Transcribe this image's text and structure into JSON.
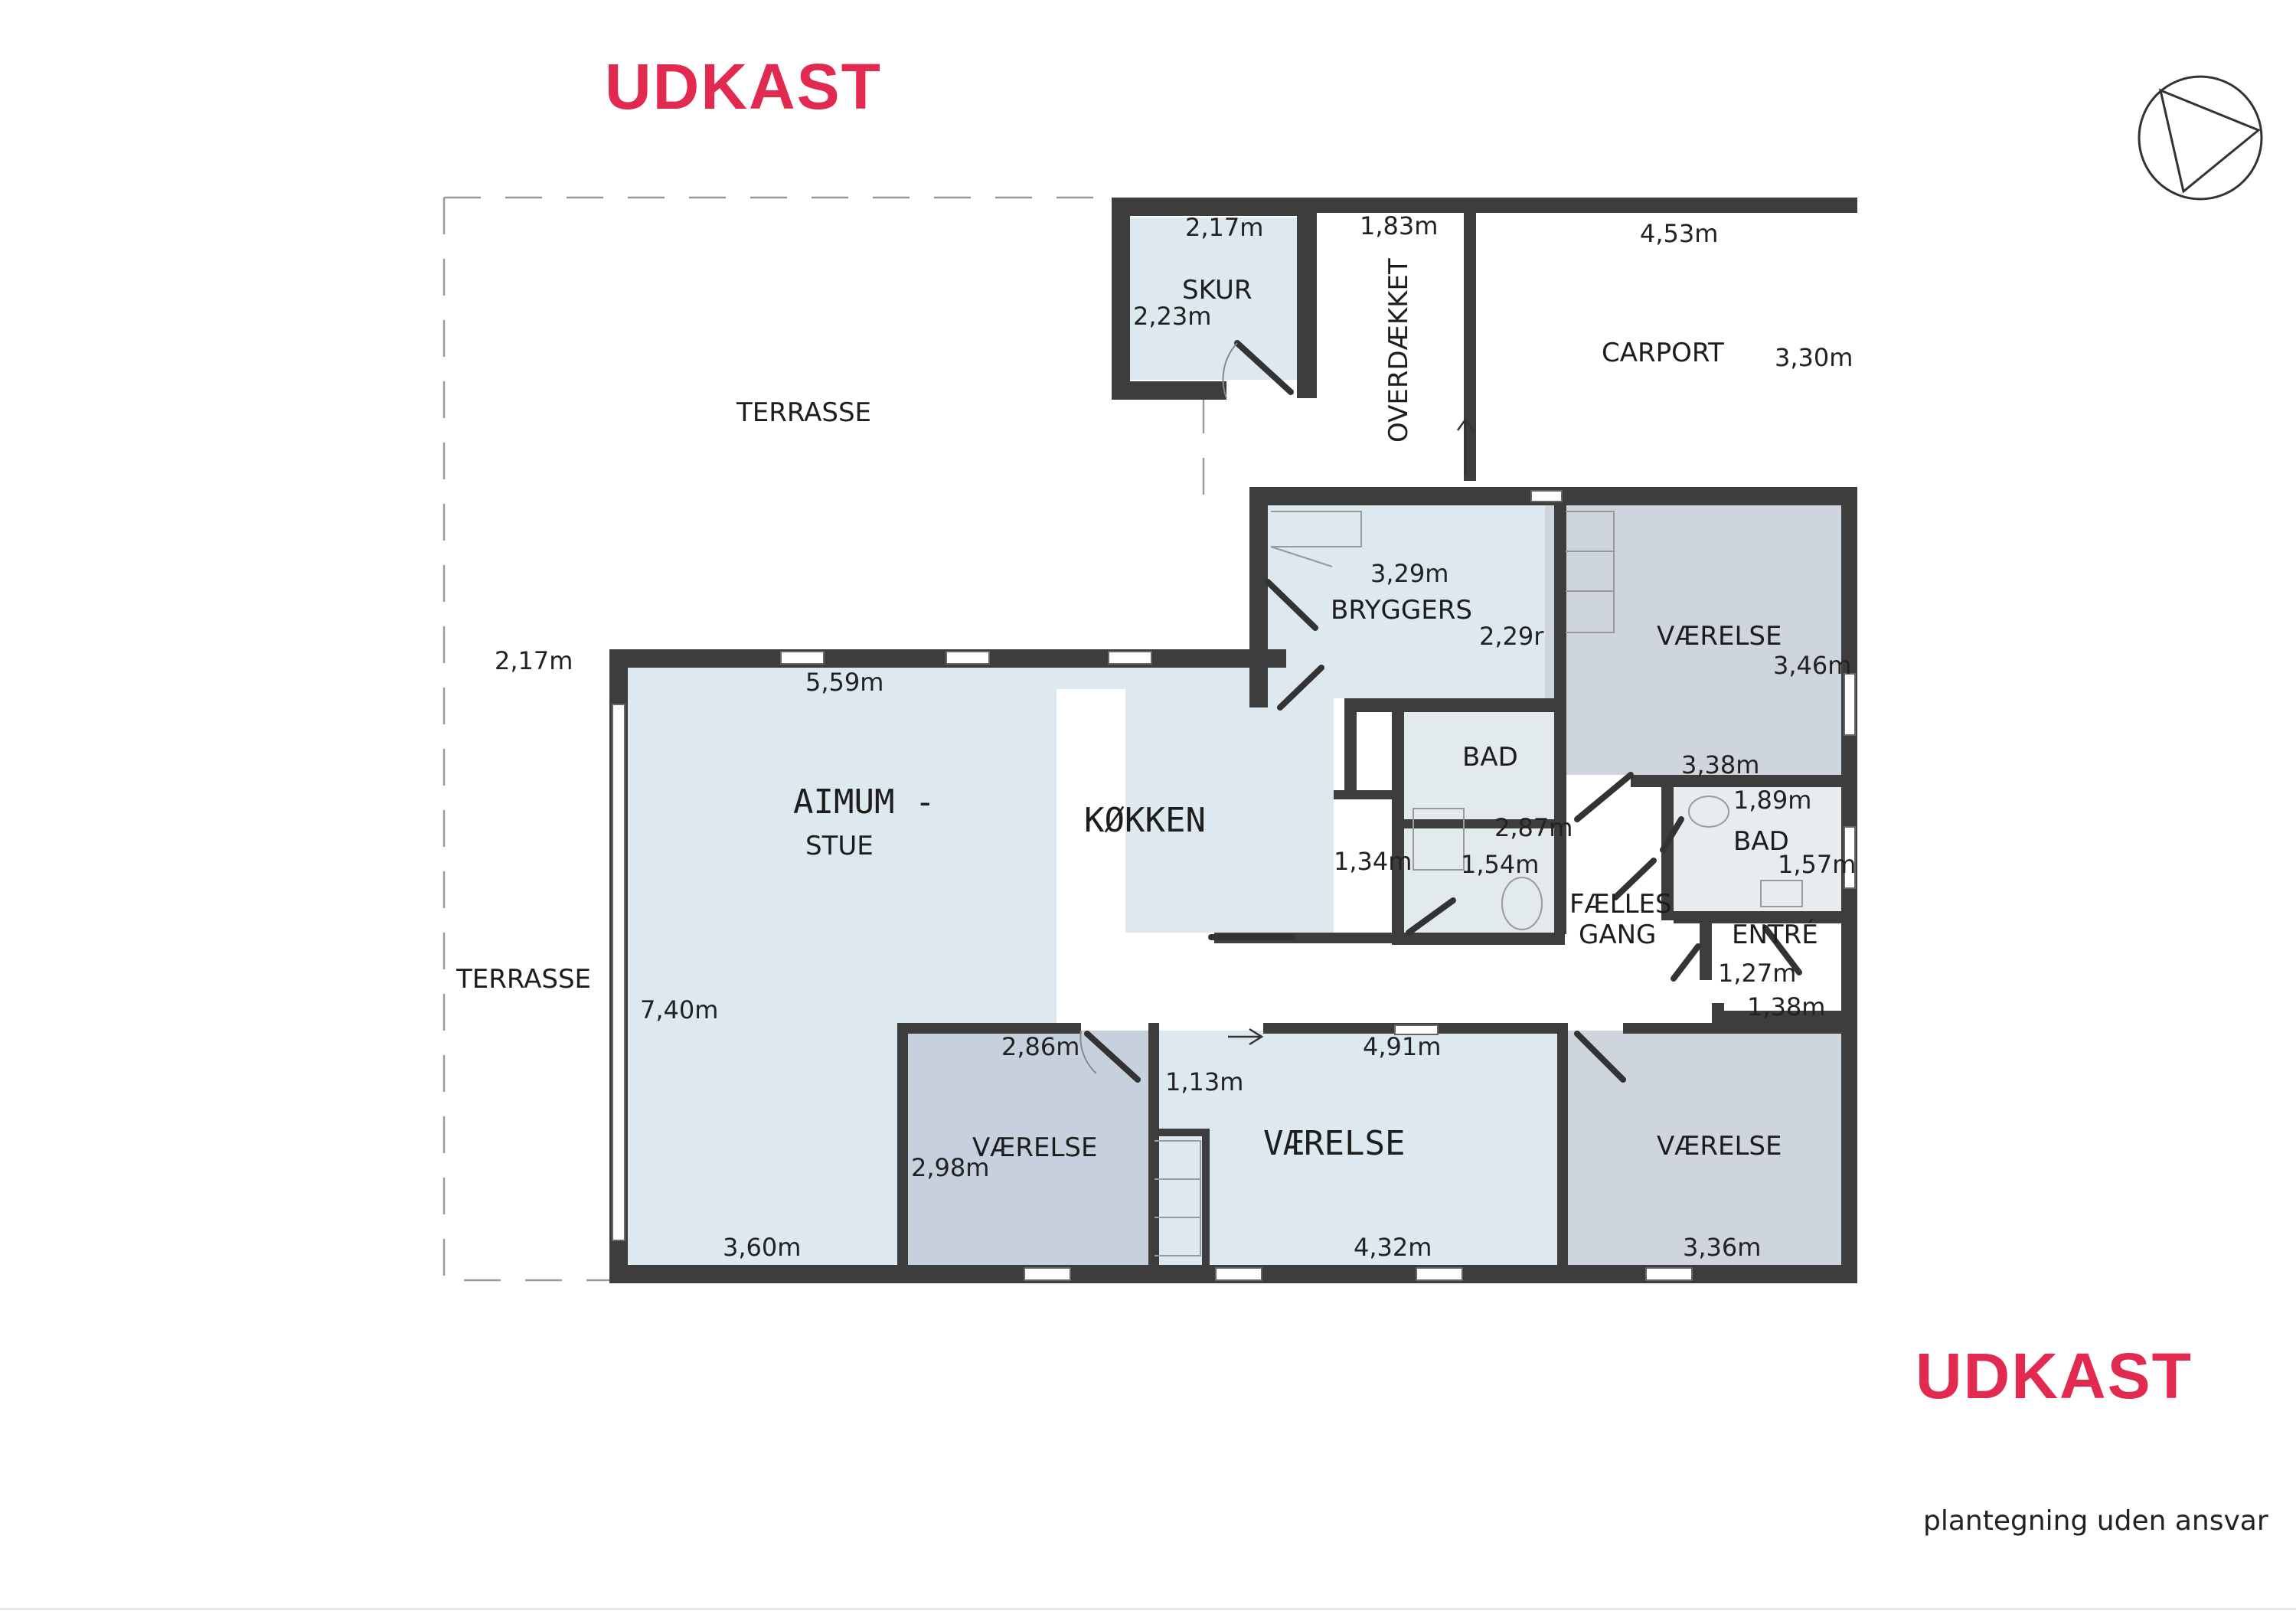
{
  "stamps": {
    "top": "UDKAST",
    "bottom": "UDKAST"
  },
  "footer": {
    "note": "plantegning uden ansvar"
  },
  "rooms": {
    "terrasse_top": "TERRASSE",
    "terrasse_left": "TERRASSE",
    "skur": "SKUR",
    "overdaekket": "OVERDÆKKET",
    "carport": "CARPORT",
    "bryggers": "BRYGGERS",
    "vaerelse_ne": "VÆRELSE",
    "bad_center": "BAD",
    "bad_east": "BAD",
    "faelles": "FÆLLES",
    "gang": "GANG",
    "entre": "ENTRÉ",
    "alrum": "AIMUM -",
    "stue": "STUE",
    "kokken": "KØKKEN",
    "vaerelse_sw": "VÆRELSE",
    "vaerelse_s": "VÆRELSE",
    "vaerelse_se": "VÆRELSE"
  },
  "dimensions": {
    "skur_w": "2,17m",
    "skur_h": "2,23m",
    "overdaekket_w": "1,83m",
    "carport_w": "4,53m",
    "carport_h": "3,30m",
    "terrasse_w": "2,17m",
    "bryggers_w": "3,29m",
    "bryggers_h": "2,29r",
    "vaerelse_ne_h": "3,46m",
    "vaerelse_ne_w": "3,38m",
    "alrum_w": "5,59m",
    "kokken_w": "1,34m",
    "bad_center_w": "1,54m",
    "bad_center_h": "2,87m",
    "bad_east_w": "1,89m",
    "bad_east_h": "1,57m",
    "entre_w": "1,27m",
    "entre_b": "1,38m",
    "alrum_h": "7,40m",
    "alrum_b": "3,60m",
    "vaerelse_sw_w": "2,86m",
    "vaerelse_sw_h": "2,98m",
    "hall_dim": "1,13m",
    "vaerelse_s_w": "4,91m",
    "vaerelse_s_b": "4,32m",
    "vaerelse_se_b": "3,36m"
  },
  "colors": {
    "stamp": "#e2294f",
    "wall": "#3d3d3d",
    "light_room": "#dde9ee",
    "grey_room": "#cfd5dc",
    "blue_room": "#c7d1de"
  }
}
